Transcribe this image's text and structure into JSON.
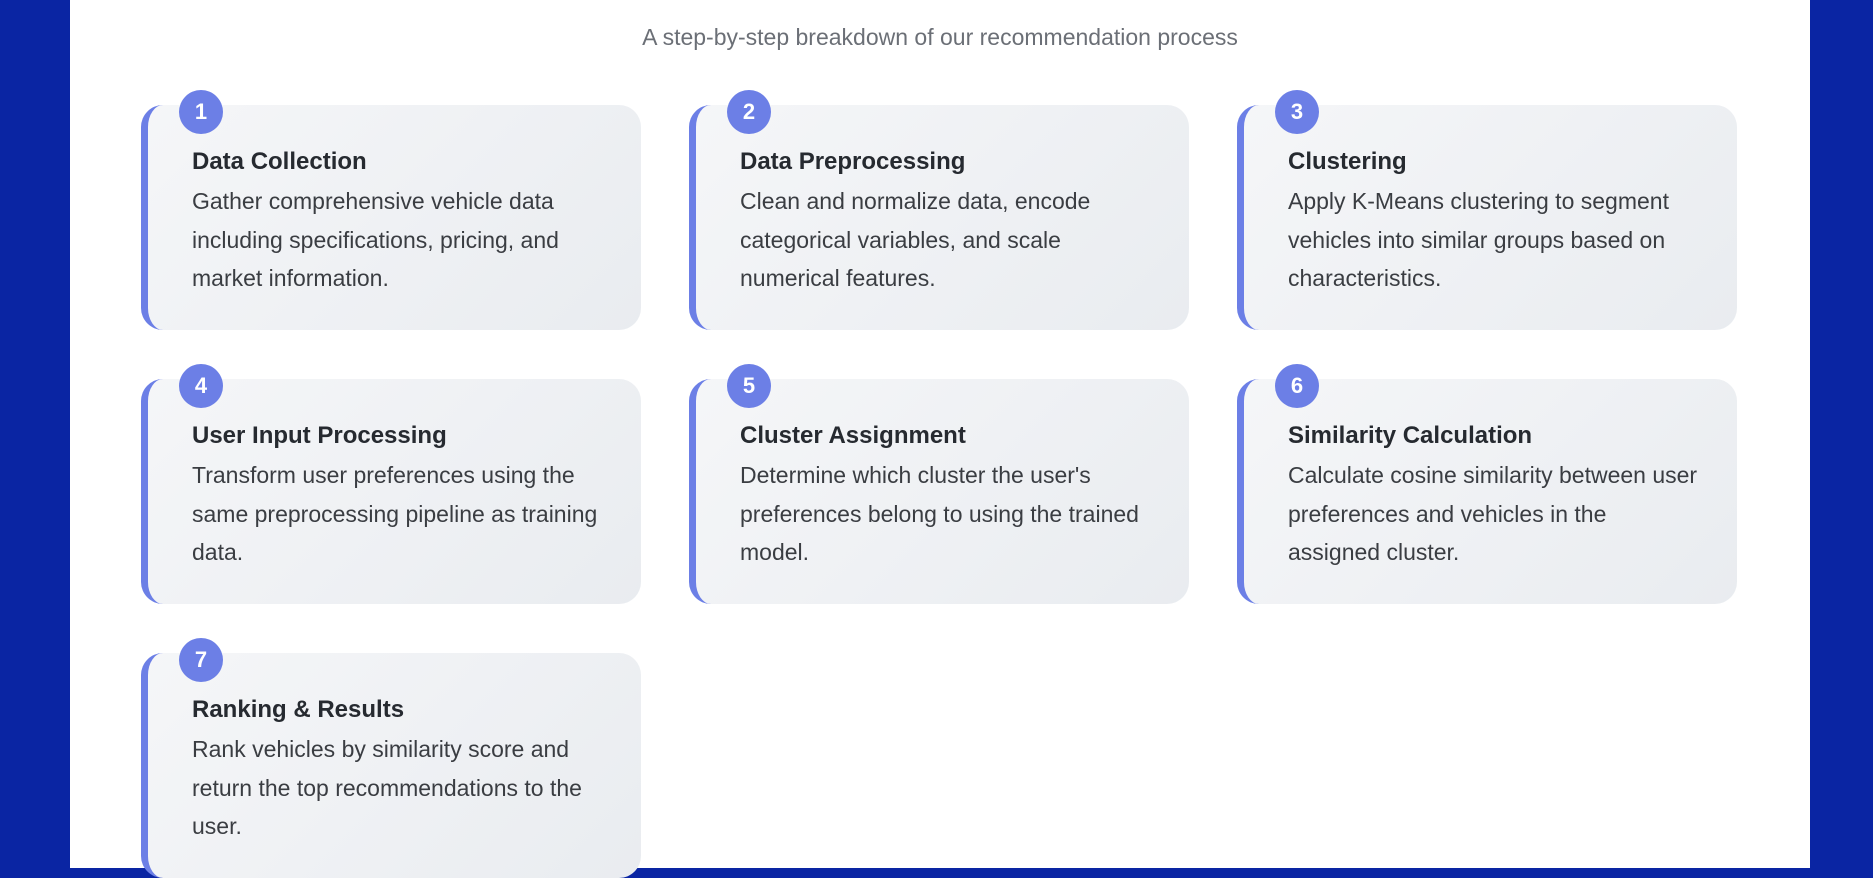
{
  "header": {
    "subtitle": "A step-by-step breakdown of our recommendation process"
  },
  "accent_color": "#6c7fe6",
  "background_color": "#0a25a3",
  "steps": [
    {
      "number": "1",
      "title": "Data Collection",
      "description": "Gather comprehensive vehicle data including specifications, pricing, and market information."
    },
    {
      "number": "2",
      "title": "Data Preprocessing",
      "description": "Clean and normalize data, encode categorical variables, and scale numerical features."
    },
    {
      "number": "3",
      "title": "Clustering",
      "description": "Apply K-Means clustering to segment vehicles into similar groups based on characteristics."
    },
    {
      "number": "4",
      "title": "User Input Processing",
      "description": "Transform user preferences using the same preprocessing pipeline as training data."
    },
    {
      "number": "5",
      "title": "Cluster Assignment",
      "description": "Determine which cluster the user's preferences belong to using the trained model."
    },
    {
      "number": "6",
      "title": "Similarity Calculation",
      "description": "Calculate cosine similarity between user preferences and vehicles in the assigned cluster."
    },
    {
      "number": "7",
      "title": "Ranking & Results",
      "description": "Rank vehicles by similarity score and return the top recommendations to the user."
    }
  ]
}
